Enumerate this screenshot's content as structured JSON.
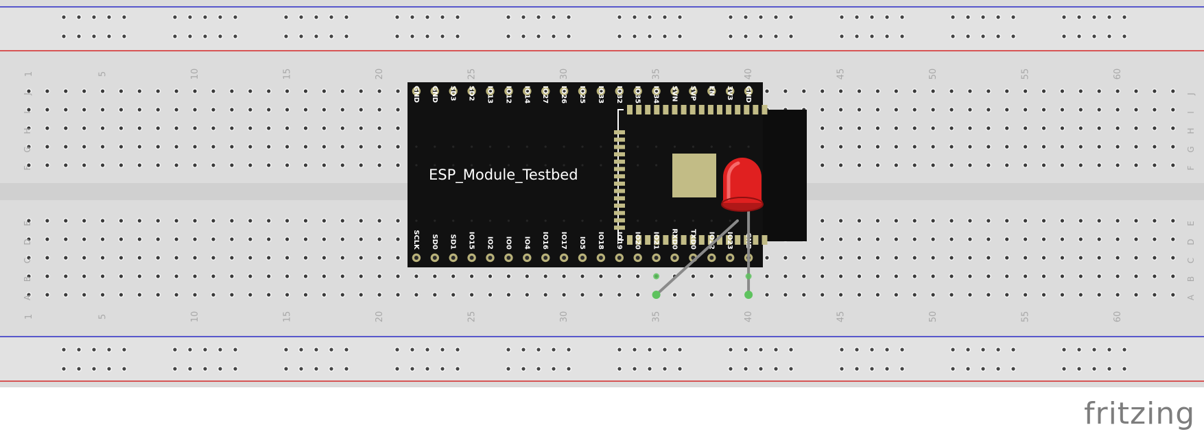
{
  "breadboard": {
    "rows_top": [
      "J",
      "I",
      "H",
      "G",
      "F"
    ],
    "rows_bottom": [
      "E",
      "D",
      "C",
      "B",
      "A"
    ],
    "column_labels": [
      "1",
      "5",
      "10",
      "15",
      "20",
      "25",
      "30",
      "35",
      "40",
      "45",
      "50",
      "55",
      "60"
    ],
    "rail_colors": {
      "blue": "#2d2dc6",
      "red": "#d42626"
    },
    "board_color": "#dcdcdc"
  },
  "module": {
    "label": "ESP_Module_Testbed",
    "color": "#111111",
    "pad_color": "#c2bc86",
    "top_pins": [
      "GND",
      "GND",
      "SD3",
      "SD2",
      "IO13",
      "IO12",
      "IO14",
      "IO27",
      "IO26",
      "IO25",
      "IO33",
      "IO32",
      "IO35",
      "IO34",
      "SVN",
      "SVP",
      "EN",
      "3V3",
      "GND"
    ],
    "bottom_pins": [
      "SCLK",
      "SD0",
      "SD1",
      "IO15",
      "IO2",
      "IO0",
      "IO4",
      "IO16",
      "IO17",
      "IO5",
      "IO18",
      "IO19",
      "IO20",
      "IO21",
      "RXD0",
      "TXD0",
      "IO22",
      "IO23",
      "GND"
    ]
  },
  "led": {
    "color": "#e02020",
    "name": "red-led"
  },
  "brand": "fritzing"
}
